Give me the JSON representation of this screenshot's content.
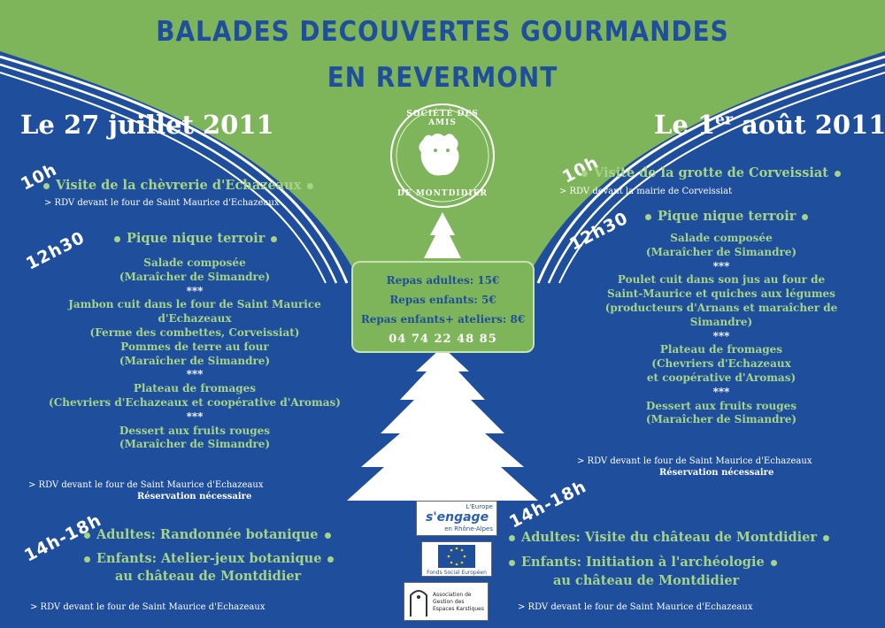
{
  "header": {
    "title_line1": "BALADES DECOUVERTES GOURMANDES",
    "title_line2": "EN REVERMONT"
  },
  "emblem": {
    "text_top": "SOCIÉTÉ DES AMIS",
    "text_bottom": "DE MONTDIDIER"
  },
  "left": {
    "date": "Le 27 juillet 2011",
    "t1": "10h",
    "act1": "Visite de  la chèvrerie d'Echazeaux",
    "rdv1": "> RDV devant le four de Saint Maurice d'Echazeaux",
    "t2": "12h30",
    "act2": "Pique nique terroir",
    "menu": [
      "Salade composée",
      "(Maraîcher de Simandre)",
      "***",
      "Jambon cuit dans le four de Saint Maurice",
      "d'Echazeaux",
      "(Ferme des combettes, Corveissiat)",
      "Pommes de terre au four",
      "(Maraîcher de Simandre)",
      "***",
      "Plateau de fromages",
      "(Chevriers d'Echazeaux et coopérative d'Aromas)",
      "***",
      "Dessert aux fruits rouges",
      "(Maraîcher de Simandre)"
    ],
    "rdv2": "> RDV devant le four de Saint Maurice d'Echazeaux",
    "reservation": "Réservation nécessaire",
    "t3": "14h-18h",
    "act3": "Adultes: Randonnée botanique",
    "act4_line1": "Enfants: Atelier-jeux botanique",
    "act4_line2": "au château de Montdidier",
    "rdv3": "> RDV devant le four de Saint Maurice d'Echazeaux"
  },
  "right": {
    "date_prefix": "Le 1",
    "date_sup": "er",
    "date_suffix": " août 2011",
    "t1": "10h",
    "act1": "Visite de la grotte de Corveissiat",
    "rdv1": "> RDV devant la mairie de Corveissiat",
    "t2": "12h30",
    "act2": "Pique nique terroir",
    "menu": [
      "Salade composée",
      "(Maraîcher de Simandre)",
      "***",
      "Poulet cuit dans son jus au four de",
      "Saint-Maurice  et quiches aux légumes",
      "(producteurs d'Arnans et maraîcher de",
      "Simandre)",
      "***",
      "Plateau de fromages",
      "(Chevriers d'Echazeaux",
      "et coopérative d'Aromas)",
      "***",
      "Dessert aux fruits rouges",
      "(Maraîcher de Simandre)"
    ],
    "rdv2": "> RDV devant le four de Saint Maurice d'Echazeaux",
    "reservation": "Réservation nécessaire",
    "t3": "14h-18h",
    "act3": "Adultes: Visite du château de Montdidier",
    "act4_line1": "Enfants: Initiation à l'archéologie",
    "act4_line2": "au château de Montdidier",
    "rdv3": "> RDV devant le four de Saint Maurice d'Echazeaux"
  },
  "prices": {
    "adults": "Repas adultes: 15€",
    "children": "Repas enfants: 5€",
    "children_workshops": "Repas enfants+ ateliers: 8€",
    "phone": "04 74 22 48 85"
  },
  "logos": {
    "europe_top": "L'Europe",
    "europe_main": "s'engage",
    "europe_sub": "en Rhône-Alpes",
    "fse": "Fonds Social Européen",
    "assoc": "Association de Gestion des Espaces Karstiques"
  },
  "colors": {
    "blue": "#1f4f9c",
    "green": "#7fb55a",
    "light_green": "#a6d486",
    "white": "#ffffff"
  }
}
